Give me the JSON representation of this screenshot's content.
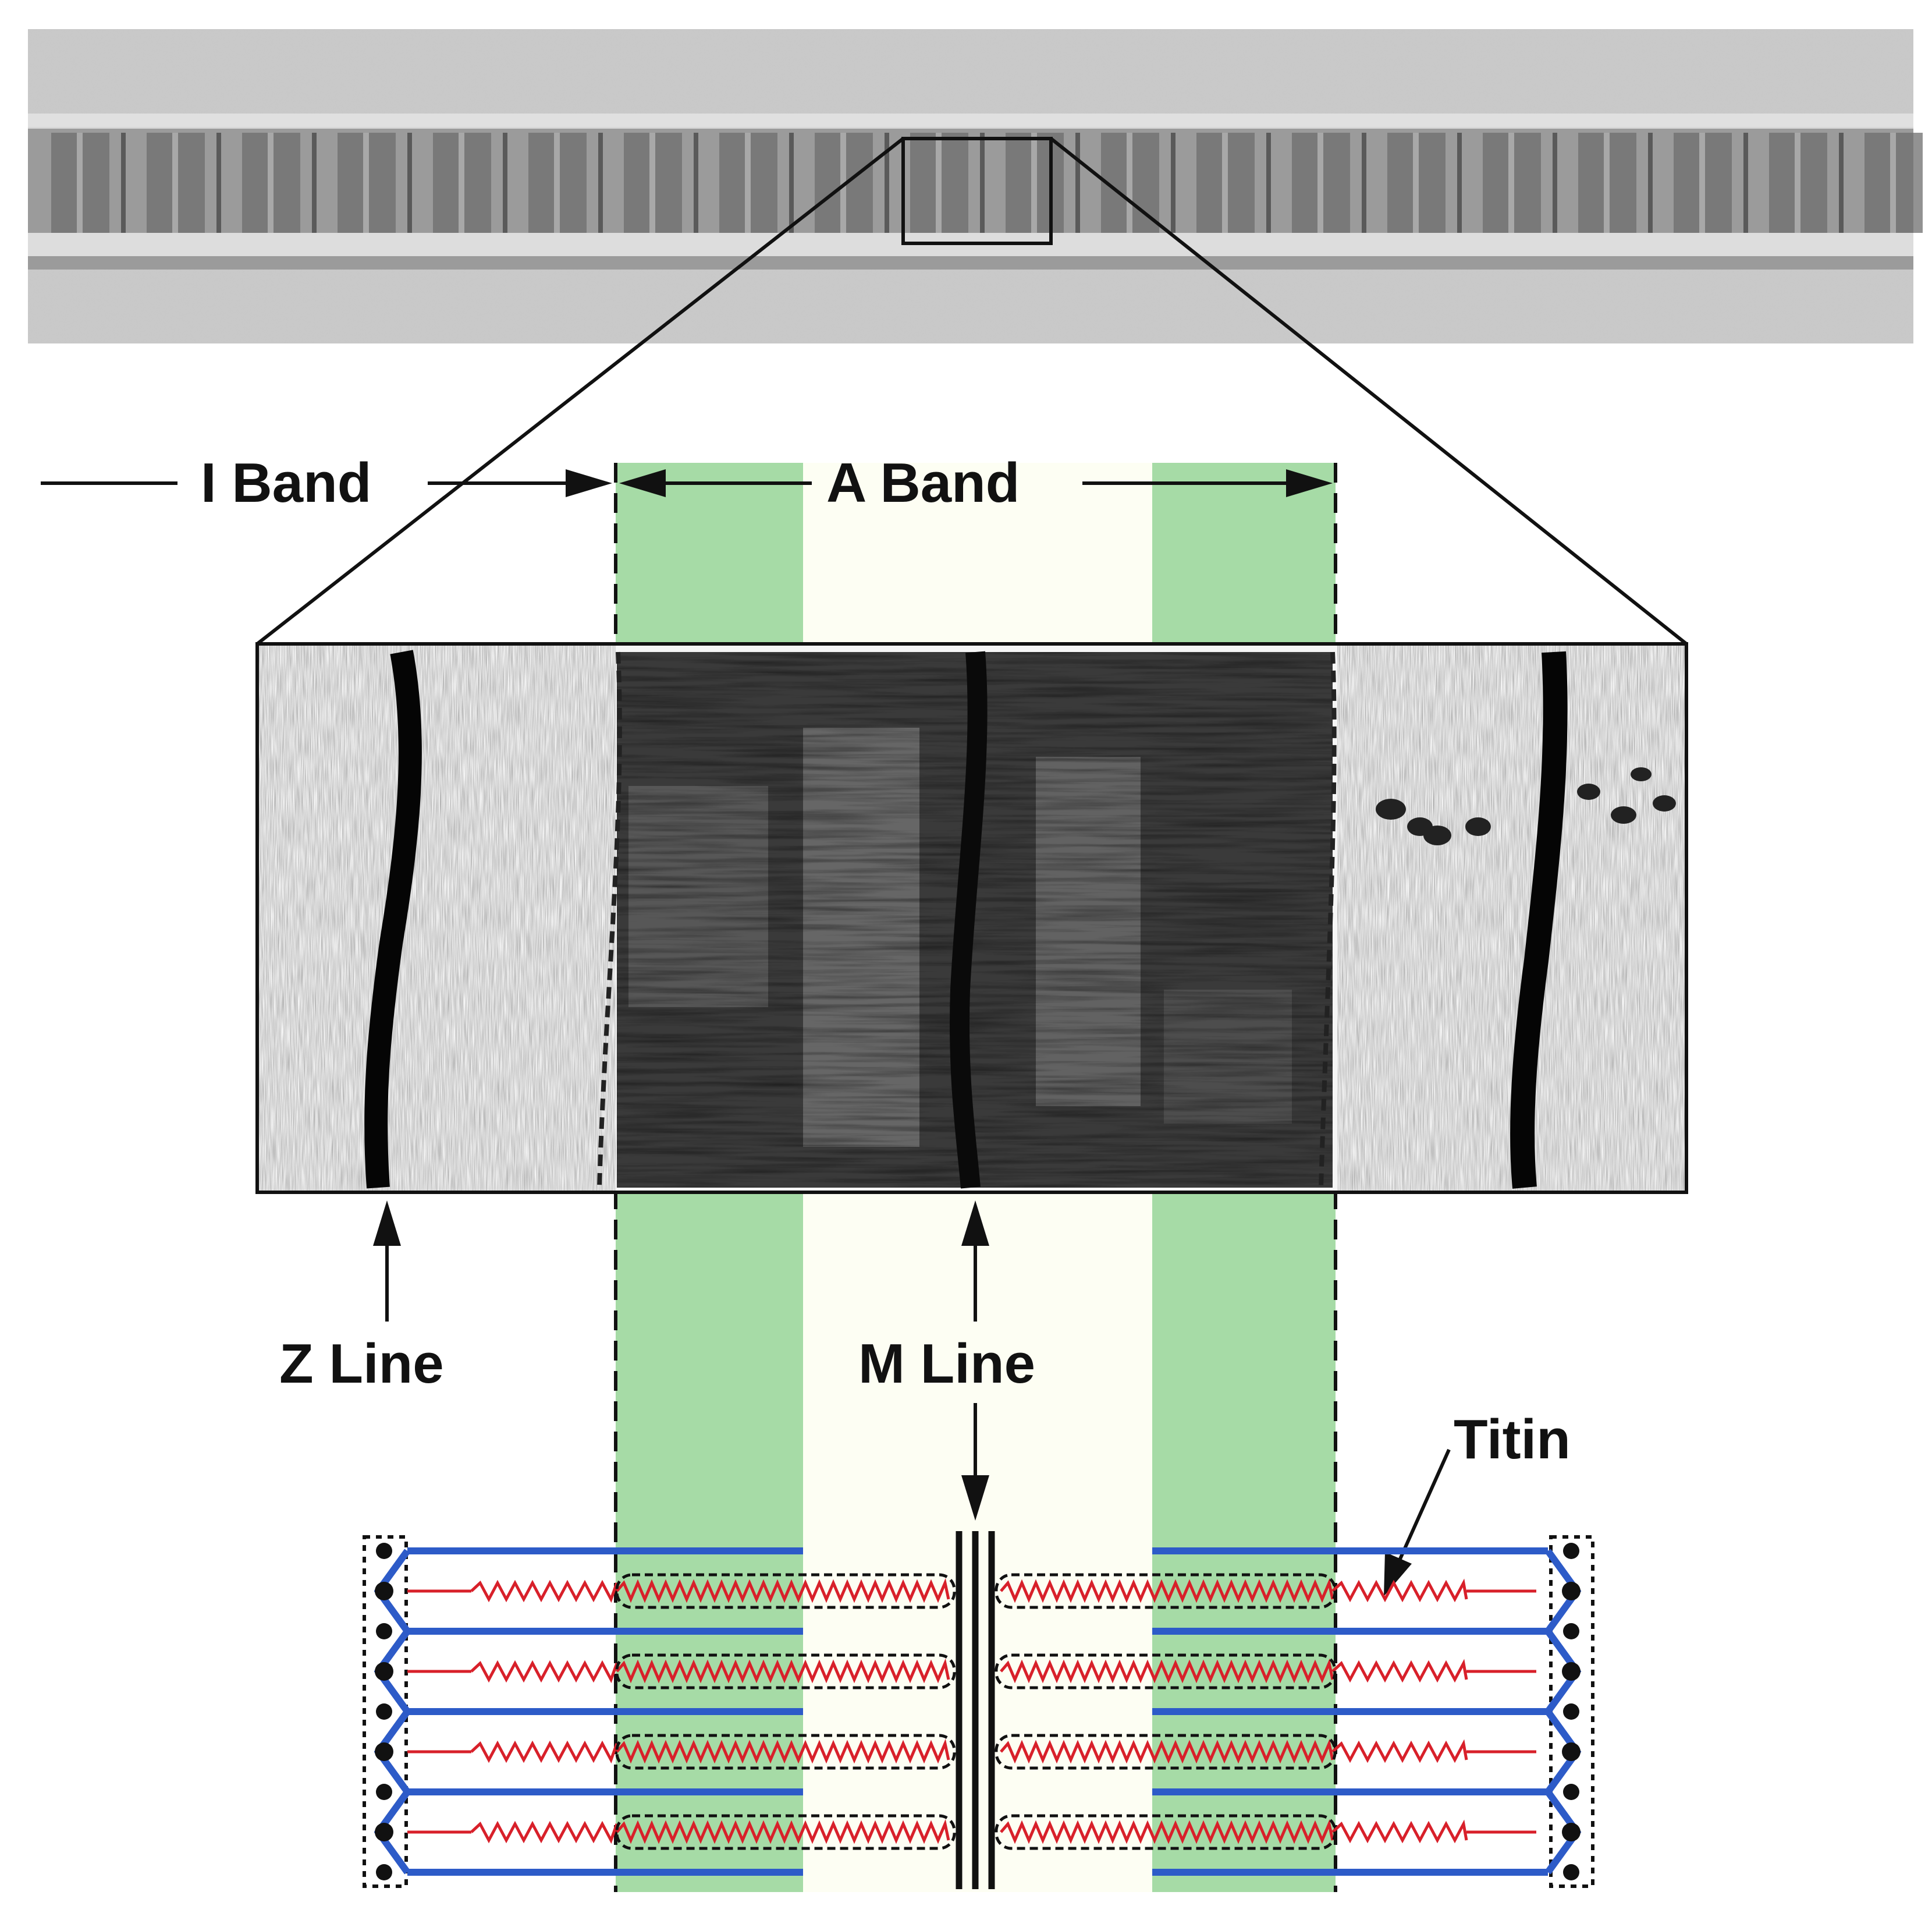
{
  "labels": {
    "i_band": "I Band",
    "a_band": "A Band",
    "z_line": "Z Line",
    "m_line": "M Line",
    "titin": "Titin"
  },
  "colors": {
    "band_green": "#a6dba6",
    "band_cream": "#fdfef3",
    "thick_filament": "#2d5bc8",
    "titin_spring": "#d8202a",
    "ink": "#111111"
  },
  "schematic": {
    "filament_rows": 5,
    "titin_rows": 4
  }
}
